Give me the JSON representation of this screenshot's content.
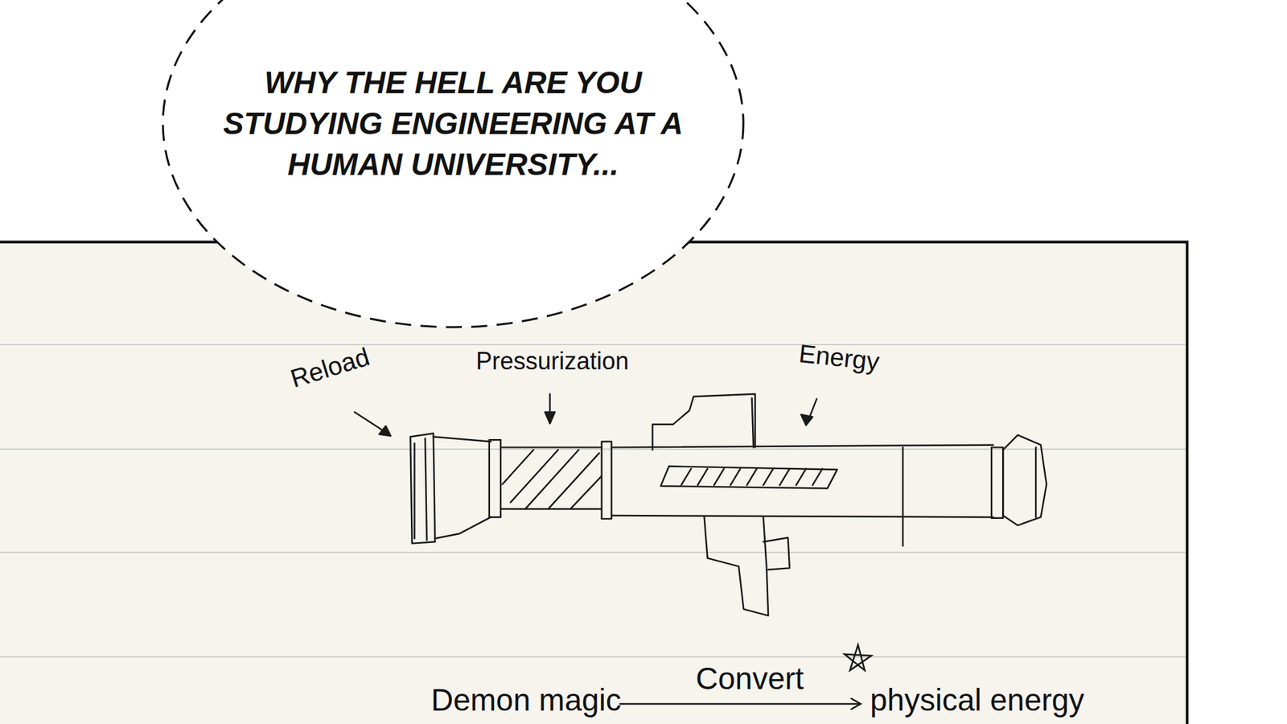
{
  "diagram": {
    "nodes": [
      {
        "text": [
          "WHY THE HELL ARE YOU STUDYING ENGINEERING AT A HUMAN UNIVERSITY..."
        ]
      }
    ],
    "labels": [
      "Reload",
      "Pressurization",
      "Energy",
      "Demon magic",
      "Convert",
      "physical energy"
    ]
  }
}
